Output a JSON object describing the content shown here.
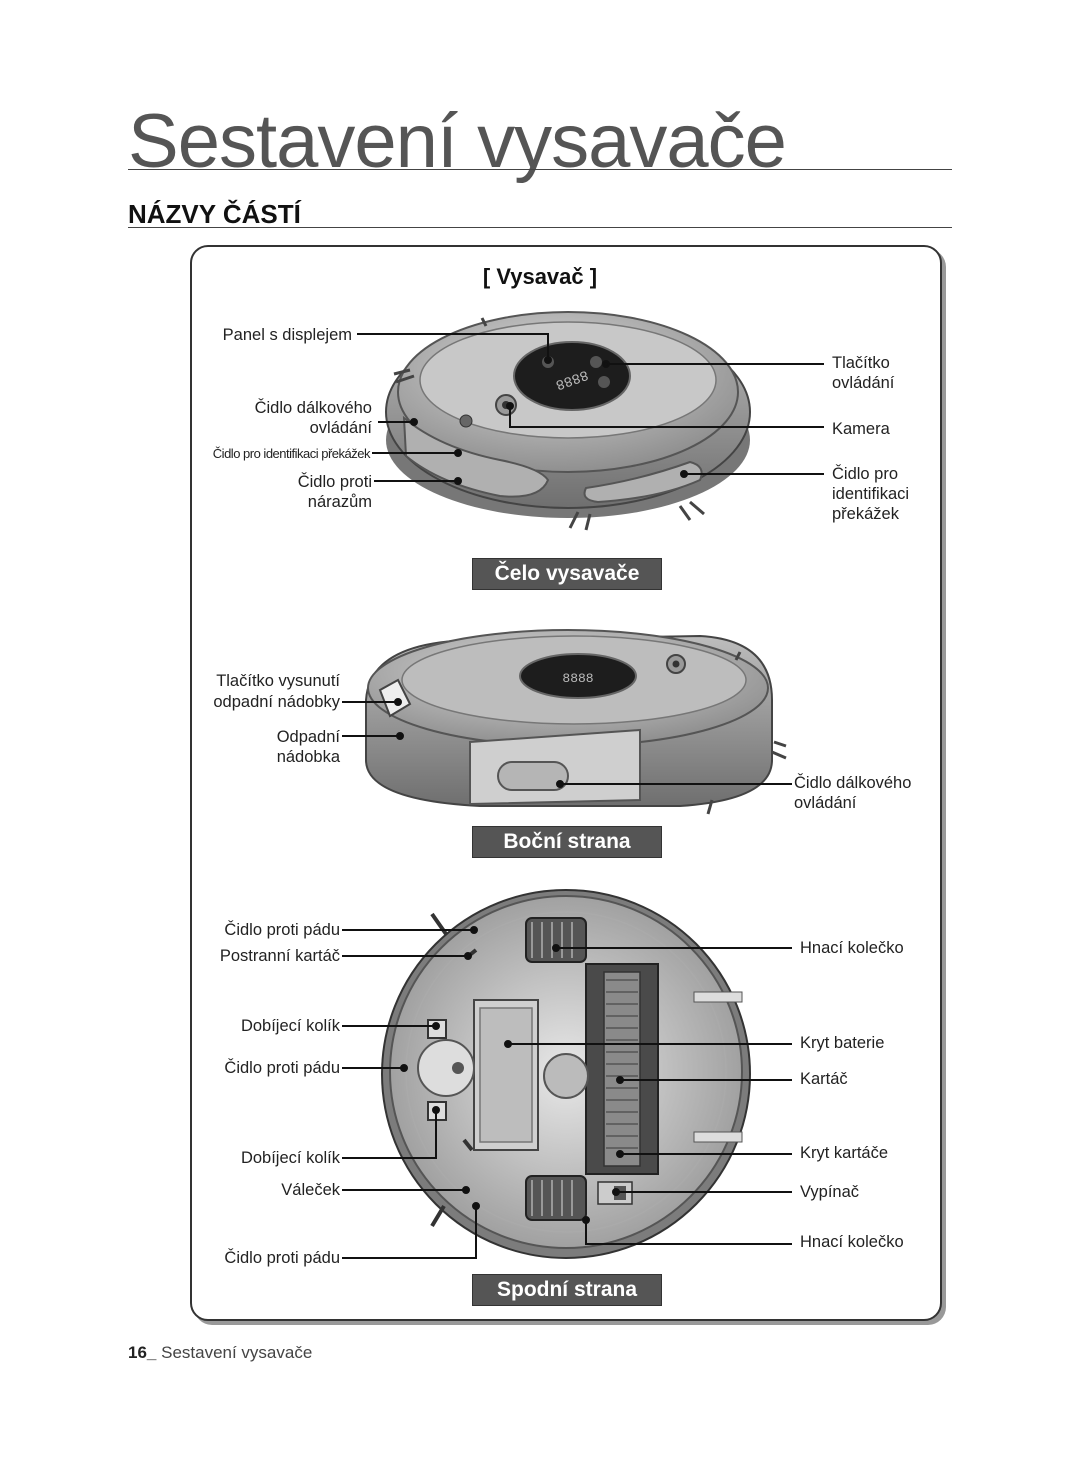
{
  "page_title": "Sestavení vysavače",
  "section_title": "NÁZVY ČÁSTÍ",
  "diagram_title": "[ Vysavač ]",
  "views": {
    "front": {
      "caption": "Čelo vysavače",
      "labels_left": {
        "display_panel": "Panel s displejem",
        "remote_sensor_1": "Čidlo dálkového",
        "remote_sensor_2": "ovládání",
        "obstacle_sensor": "Čidlo pro identifikaci překážek",
        "bump_sensor_1": "Čidlo proti",
        "bump_sensor_2": "nárazům"
      },
      "labels_right": {
        "control_button_1": "Tlačítko",
        "control_button_2": "ovládání",
        "camera": "Kamera",
        "obstacle_sensor_1": "Čidlo pro",
        "obstacle_sensor_2": "identifikaci",
        "obstacle_sensor_3": "překážek"
      },
      "display_text": "8888"
    },
    "side": {
      "caption": "Boční strana",
      "labels_left": {
        "bin_release_1": "Tlačítko vysunutí",
        "bin_release_2": "odpadní nádobky",
        "bin_1": "Odpadní",
        "bin_2": "nádobka"
      },
      "labels_right": {
        "remote_sensor_1": "Čidlo dálkového",
        "remote_sensor_2": "ovládání"
      },
      "display_text": "8888"
    },
    "bottom": {
      "caption": "Spodní strana",
      "labels_left": {
        "cliff_sensor_top": "Čidlo proti pádu",
        "side_brush": "Postranní kartáč",
        "charge_pin_1": "Dobíjecí kolík",
        "cliff_sensor_mid": "Čidlo proti pádu",
        "charge_pin_2": "Dobíjecí kolík",
        "roller": "Váleček",
        "cliff_sensor_bottom": "Čidlo proti pádu"
      },
      "labels_right": {
        "drive_wheel_top": "Hnací kolečko",
        "battery_cover": "Kryt baterie",
        "brush": "Kartáč",
        "brush_cover": "Kryt kartáče",
        "power_switch": "Vypínač",
        "drive_wheel_bottom": "Hnací kolečko"
      }
    }
  },
  "footer": {
    "page_number": "16_",
    "text": "Sestavení vysavače"
  }
}
